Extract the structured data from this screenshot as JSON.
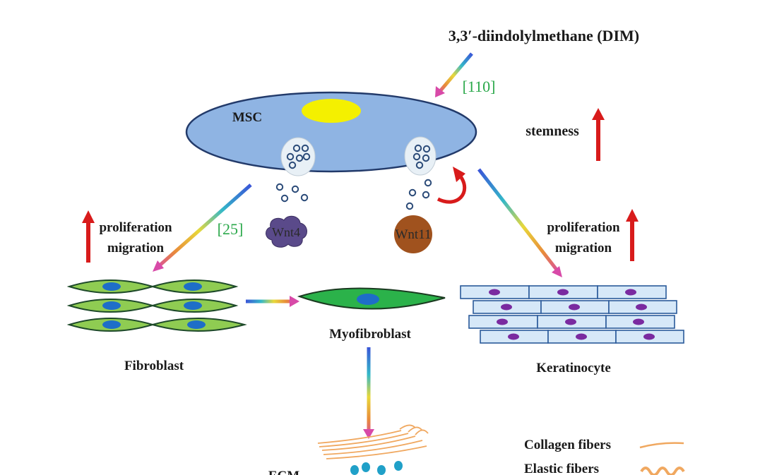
{
  "compound": {
    "label": "3,3′-diindolylmethane (DIM)",
    "ref": "[110]"
  },
  "msc": {
    "label": "MSC"
  },
  "stemness": {
    "label": "stemness"
  },
  "left_effect": {
    "line1": "proliferation",
    "line2": "migration",
    "ref": "[25]"
  },
  "right_effect": {
    "line1": "proliferation",
    "line2": "migration"
  },
  "wnt4": {
    "label": "Wnt4"
  },
  "wnt11": {
    "label": "Wnt11"
  },
  "cells": {
    "fibroblast": "Fibroblast",
    "myofibroblast": "Myofibroblast",
    "keratinocyte": "Keratinocyte",
    "ecm": "ECM"
  },
  "legend": {
    "collagen": "Collagen fibers",
    "elastic": "Elastic fibers"
  },
  "colors": {
    "msc_fill": "#8fb4e3",
    "nucleus": "#f4f000",
    "up_arrow": "#d81b1b",
    "reference_text": "#2aa84a",
    "fibroblast_fill": "#8fcc52",
    "myofibroblast_fill": "#2bb24a",
    "keratinocyte_fill": "#d6e8f8",
    "keratinocyte_nucleus": "#7a2aa0",
    "wnt4_fill": "#5a4a8a",
    "wnt11_fill": "#a0521e",
    "fiber": "#f0a860"
  }
}
